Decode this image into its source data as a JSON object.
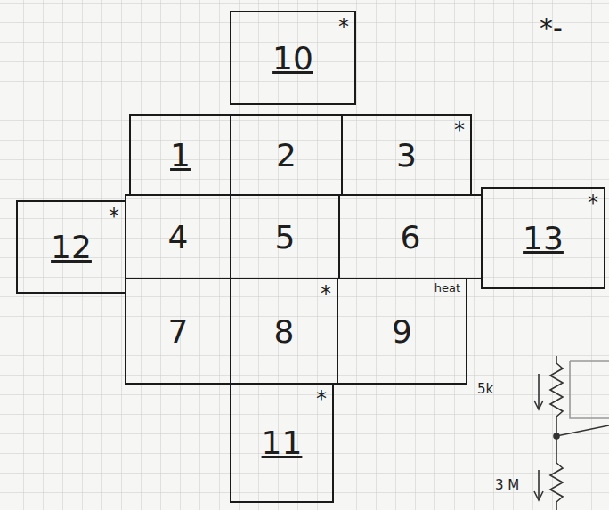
{
  "diagram": {
    "nodes": [
      {
        "text": [
          "10",
          "*"
        ]
      },
      {
        "text": [
          "1"
        ]
      },
      {
        "text": [
          "2"
        ]
      },
      {
        "text": [
          "3",
          "*"
        ]
      },
      {
        "text": [
          "12",
          "*"
        ]
      },
      {
        "text": [
          "4"
        ]
      },
      {
        "text": [
          "5"
        ]
      },
      {
        "text": [
          "6"
        ]
      },
      {
        "text": [
          "13",
          "*"
        ]
      },
      {
        "text": [
          "7"
        ]
      },
      {
        "text": [
          "8",
          "*"
        ]
      },
      {
        "text": [
          "9",
          "heat"
        ]
      },
      {
        "text": [
          "11",
          "*"
        ]
      }
    ],
    "labels": [
      "*-",
      "5k",
      "3 M"
    ]
  }
}
